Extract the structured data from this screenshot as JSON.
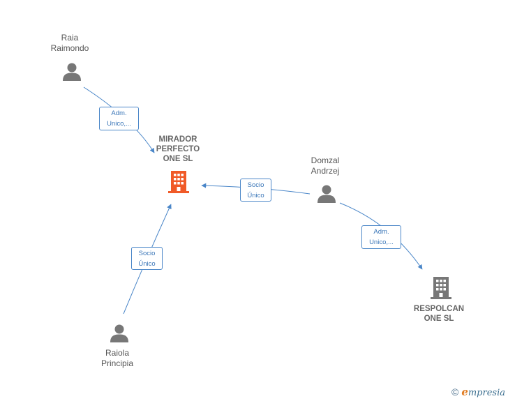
{
  "colors": {
    "edge": "#4a86c8",
    "person": "#777777",
    "company_main": "#f05a28",
    "company_other": "#777777"
  },
  "nodes": {
    "raia": {
      "label": "Raia\nRaimondo",
      "type": "person"
    },
    "mirador": {
      "label": "MIRADOR\nPERFECTO\nONE  SL",
      "type": "company-main"
    },
    "domzal": {
      "label": "Domzal\nAndrzej",
      "type": "person"
    },
    "respolcan": {
      "label": "RESPOLCAN\nONE  SL",
      "type": "company"
    },
    "raiola": {
      "label": "Raiola\nPrincipia",
      "type": "person"
    }
  },
  "edges": {
    "raia_mirador": {
      "label": "Adm.\nUnico,..."
    },
    "domzal_mirador": {
      "label": "Socio\nÚnico"
    },
    "domzal_respolcan": {
      "label": "Adm.\nUnico,..."
    },
    "raiola_mirador": {
      "label": "Socio\nÚnico"
    }
  },
  "footer": {
    "copyright": "©",
    "brand_initial": "e",
    "brand_rest": "mpresia"
  }
}
